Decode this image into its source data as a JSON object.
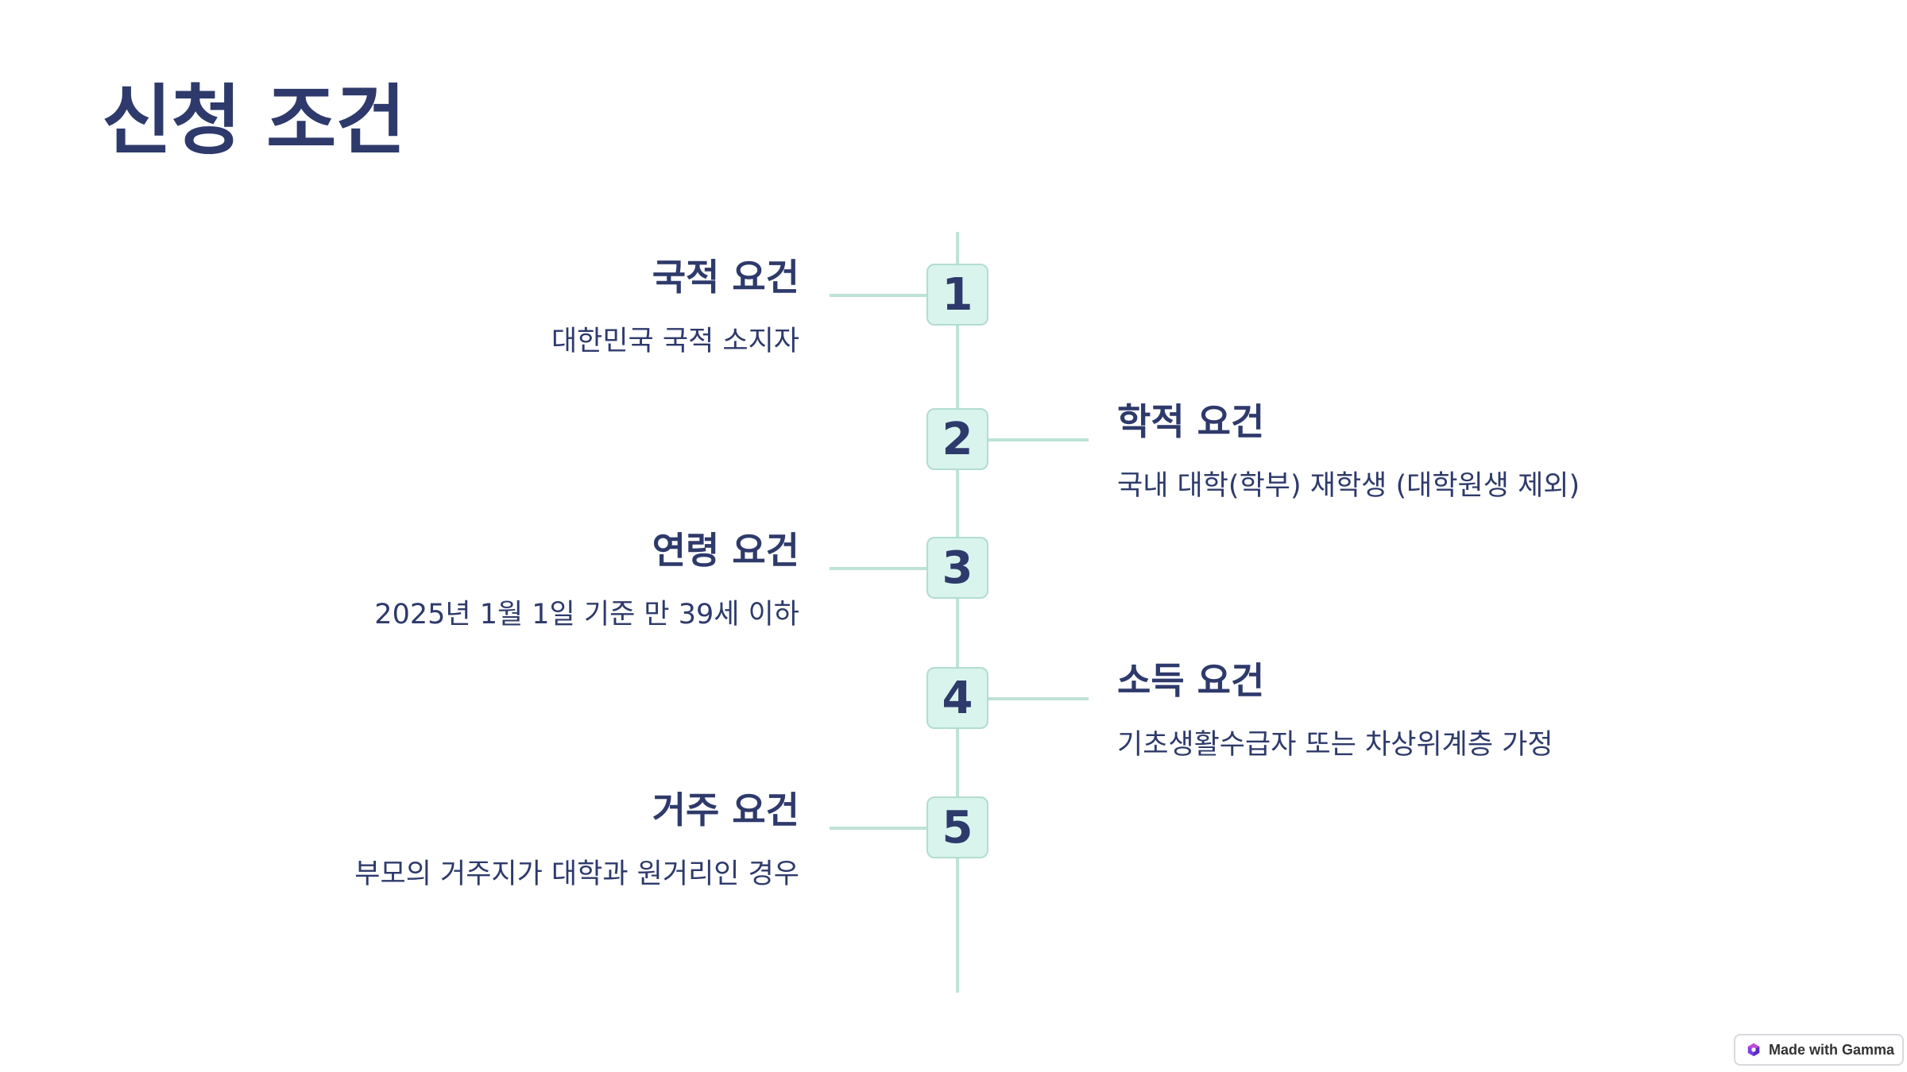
{
  "title": "신청 조건",
  "steps": [
    {
      "number": "1",
      "title": "국적 요건",
      "description": "대한민국 국적 소지자",
      "side": "left"
    },
    {
      "number": "2",
      "title": "학적 요건",
      "description": "국내 대학(학부) 재학생 (대학원생 제외)",
      "side": "right"
    },
    {
      "number": "3",
      "title": "연령 요건",
      "description": "2025년 1월 1일 기준 만 39세 이하",
      "side": "left"
    },
    {
      "number": "4",
      "title": "소득 요건",
      "description": "기초생활수급자 또는 차상위계층 가정",
      "side": "right"
    },
    {
      "number": "5",
      "title": "거주 요건",
      "description": "부모의 거주지가 대학과 원거리인 경우",
      "side": "left"
    }
  ],
  "footer": {
    "badge_label": "Made with Gamma",
    "badge_icon": "gamma-logo-icon"
  },
  "colors": {
    "text": "#2e3a6b",
    "accent_line": "#bfe3d6",
    "badge_fill": "#d8f4ec"
  }
}
